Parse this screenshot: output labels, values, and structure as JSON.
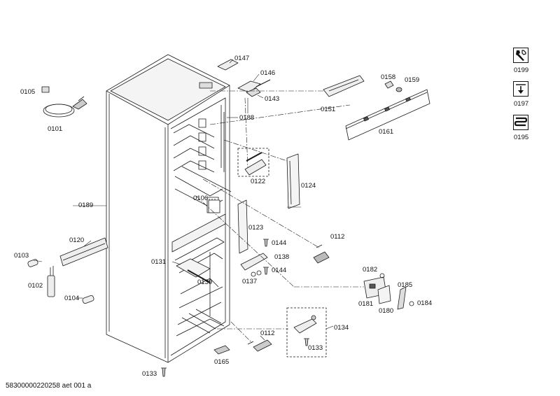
{
  "parts": [
    {
      "id": "p0147",
      "label": "0147"
    },
    {
      "id": "p0146",
      "label": "0146"
    },
    {
      "id": "p0143",
      "label": "0143"
    },
    {
      "id": "p0105",
      "label": "0105"
    },
    {
      "id": "p0101",
      "label": "0101"
    },
    {
      "id": "p0188",
      "label": "0188"
    },
    {
      "id": "p0151",
      "label": "0151"
    },
    {
      "id": "p0158",
      "label": "0158"
    },
    {
      "id": "p0159",
      "label": "0159"
    },
    {
      "id": "p0161",
      "label": "0161"
    },
    {
      "id": "p0122",
      "label": "0122"
    },
    {
      "id": "p0124",
      "label": "0124"
    },
    {
      "id": "p0106",
      "label": "0106"
    },
    {
      "id": "p0189",
      "label": "0189"
    },
    {
      "id": "p0123",
      "label": "0123"
    },
    {
      "id": "p0120",
      "label": "0120"
    },
    {
      "id": "p0112a",
      "label": "0112"
    },
    {
      "id": "p0144a",
      "label": "0144"
    },
    {
      "id": "p0103",
      "label": "0103"
    },
    {
      "id": "p0138",
      "label": "0138"
    },
    {
      "id": "p0131",
      "label": "0131"
    },
    {
      "id": "p0144b",
      "label": "0144"
    },
    {
      "id": "p0139",
      "label": "0139"
    },
    {
      "id": "p0137",
      "label": "0137"
    },
    {
      "id": "p0182",
      "label": "0182"
    },
    {
      "id": "p0102",
      "label": "0102"
    },
    {
      "id": "p0104",
      "label": "0104"
    },
    {
      "id": "p0185",
      "label": "0185"
    },
    {
      "id": "p0181",
      "label": "0181"
    },
    {
      "id": "p0184",
      "label": "0184"
    },
    {
      "id": "p0180",
      "label": "0180"
    },
    {
      "id": "p0134",
      "label": "0134"
    },
    {
      "id": "p0112b",
      "label": "0112"
    },
    {
      "id": "p0133a",
      "label": "0133"
    },
    {
      "id": "p0165",
      "label": "0165"
    },
    {
      "id": "p0133b",
      "label": "0133"
    }
  ],
  "side_icons": [
    {
      "id": "icon0199",
      "label": "0199",
      "icon": "wrench-tool-icon"
    },
    {
      "id": "icon0197",
      "label": "0197",
      "icon": "evaporator-arrow-icon"
    },
    {
      "id": "icon0195",
      "label": "0195",
      "icon": "coil-heater-icon"
    }
  ],
  "footer": {
    "code": "58300000220258 aet 001 a"
  },
  "colors": {
    "line": "#1a1a1a",
    "part_fill": "#eeeeee",
    "dark": "#555555"
  }
}
